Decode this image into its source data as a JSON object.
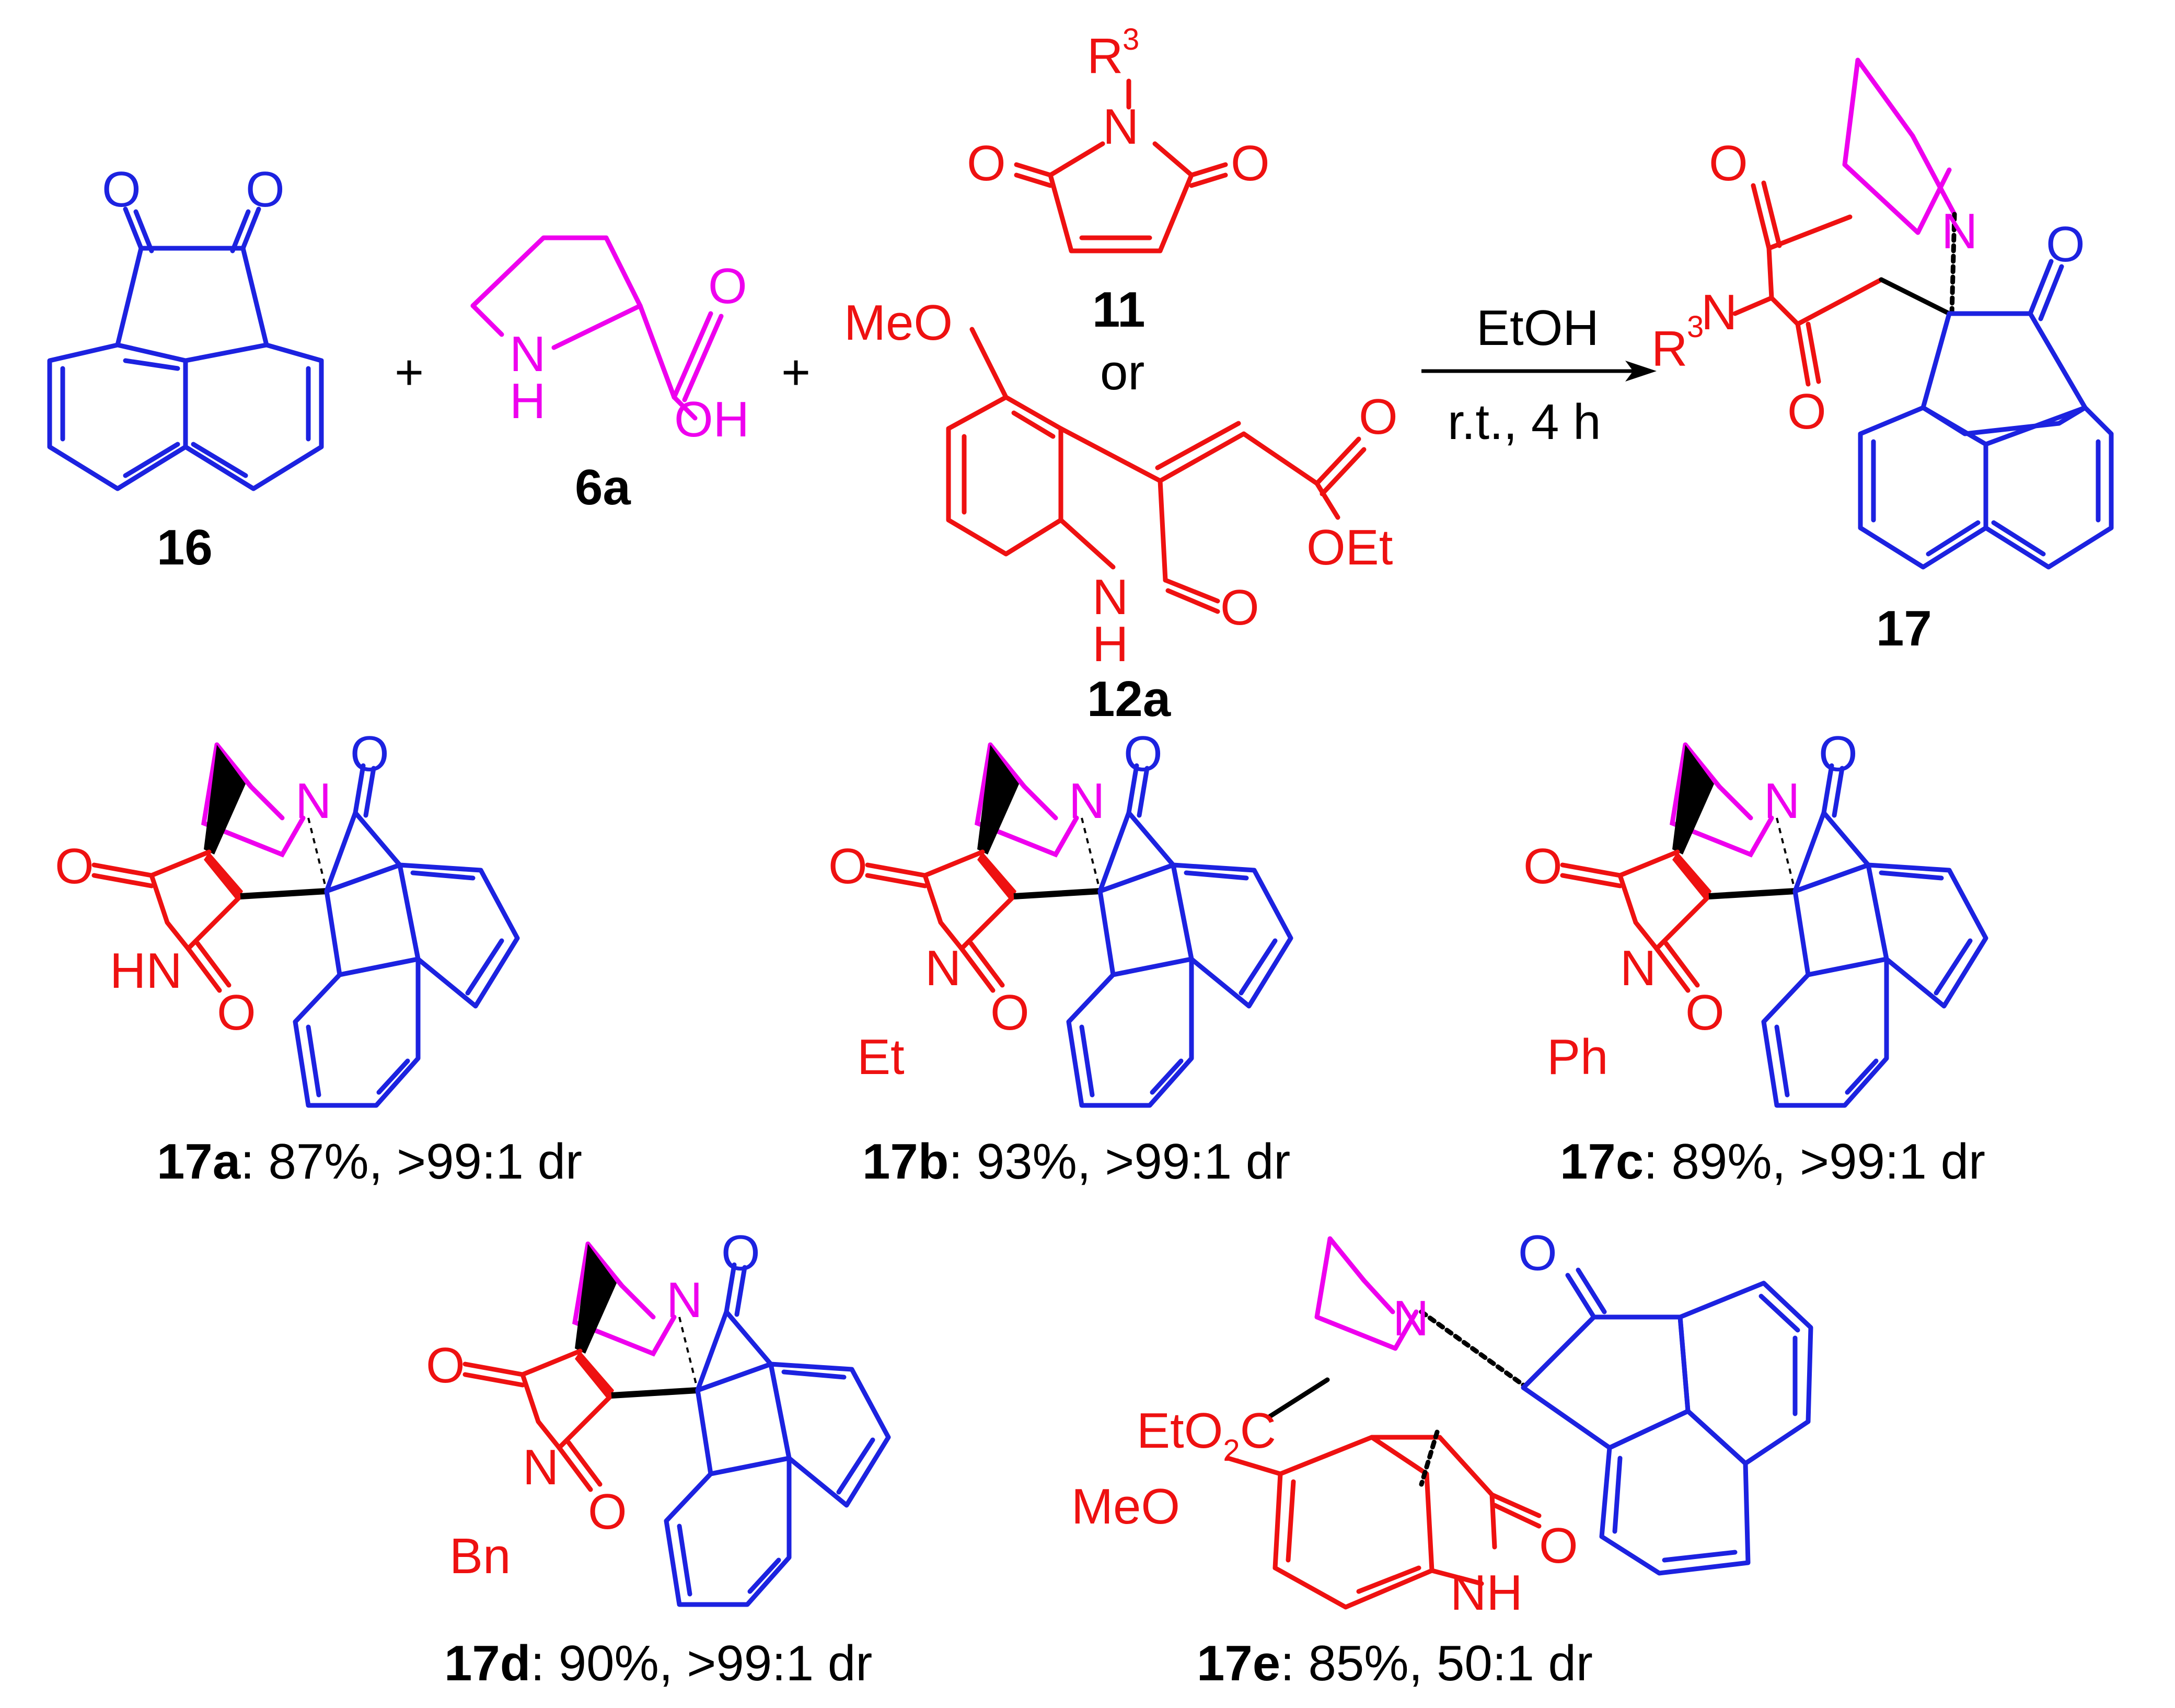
{
  "colors": {
    "acenaphthene": "#1c22e0",
    "dipolarophile": "#ee1111",
    "proline": "#ee00ee",
    "bond": "#000000"
  },
  "reagents": {
    "r16": {
      "id": "16",
      "o1": "O",
      "o2": "O"
    },
    "r6a": {
      "id": "6a",
      "n": "N",
      "h": "H",
      "o": "O",
      "oh": "OH"
    },
    "r11": {
      "id": "11",
      "r": "R",
      "r_sup": "3",
      "n": "N",
      "o1": "O",
      "o2": "O"
    },
    "or": "or",
    "r12a": {
      "id": "12a",
      "meo": "MeO",
      "o1": "O",
      "oet": "OEt",
      "n": "N",
      "h": "H",
      "o2": "O"
    },
    "plus": "+"
  },
  "arrow": {
    "top": "EtOH",
    "bottom": "r.t., 4 h"
  },
  "product": {
    "id": "17",
    "r": "R",
    "r_sup": "3",
    "n_ring": "N",
    "n_pyr": "N",
    "o1": "O",
    "o2": "O",
    "o3": "O"
  },
  "products": [
    {
      "id": "17a",
      "caption": ": 87%, >99:1 dr",
      "sub": "HN",
      "o1": "O",
      "o2": "O",
      "o3": "O",
      "n": "N"
    },
    {
      "id": "17b",
      "caption": ": 93%, >99:1 dr",
      "sub": "Et",
      "o1": "O",
      "o2": "O",
      "o3": "O",
      "n": "N",
      "n2": "N"
    },
    {
      "id": "17c",
      "caption": ": 89%, >99:1 dr",
      "sub": "Ph",
      "o1": "O",
      "o2": "O",
      "o3": "O",
      "n": "N",
      "n2": "N"
    },
    {
      "id": "17d",
      "caption": ": 90%, >99:1 dr",
      "sub": "Bn",
      "o1": "O",
      "o2": "O",
      "o3": "O",
      "n": "N",
      "n2": "N"
    },
    {
      "id": "17e",
      "caption": ": 85%, 50:1 dr",
      "eto2c": "EtO",
      "eto2c_sub": "2",
      "eto2c_c": "C",
      "meo": "MeO",
      "nh": "NH",
      "o1": "O",
      "o2": "O",
      "n": "N"
    }
  ]
}
